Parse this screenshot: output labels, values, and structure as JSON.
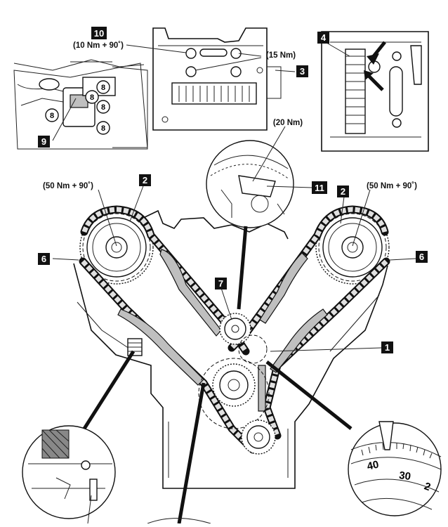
{
  "callouts": {
    "c1": "1",
    "c2_left": "2",
    "c2_right": "2",
    "c3": "3",
    "c4": "4",
    "c6_left": "6",
    "c6_right": "6",
    "c7": "7",
    "c8a": "8",
    "c8b": "8",
    "c8c": "8",
    "c8d": "8",
    "c8e": "8",
    "c9": "9",
    "c10": "10",
    "c11": "11"
  },
  "torque": {
    "t10": "(10 Nm + 90˚)",
    "t15": "(15 Nm)",
    "t20": "(20 Nm)",
    "t50_left": "(50 Nm + 90˚)",
    "t50_right": "(50 Nm + 90˚)"
  },
  "dial": {
    "label_40": "40",
    "label_30": "30",
    "label_2": "2"
  }
}
